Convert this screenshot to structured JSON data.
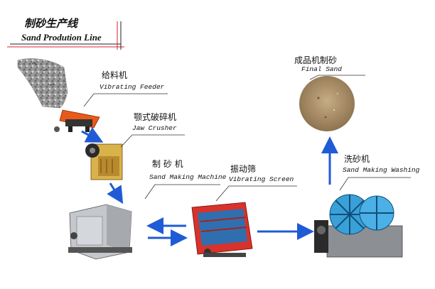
{
  "header": {
    "title_cn": "制砂生产线",
    "title_en": "Sand Prodution Line"
  },
  "stages": {
    "feeder": {
      "cn": "给料机",
      "en": "Vibrating Feeder"
    },
    "jaw": {
      "cn": "颚式破碎机",
      "en": "Jaw Crusher"
    },
    "sandmake": {
      "cn": "制 砂 机",
      "en": "Sand Making Machine"
    },
    "screen": {
      "cn": "振动筛",
      "en": "Vibrating Screen"
    },
    "washer": {
      "cn": "洗砂机",
      "en": "Sand Making Washing"
    },
    "final": {
      "cn": "成品机制砂",
      "en": "Final Sand"
    }
  },
  "colors": {
    "arrow": "#1f5bd6",
    "feeder_orange": "#e85a1a",
    "screen_red": "#d8322a",
    "washer_blue": "#3aa0d8",
    "machine_gray": "#b9bcc2",
    "jaw_yellow": "#d9b24a",
    "sand": "#a48a64"
  }
}
